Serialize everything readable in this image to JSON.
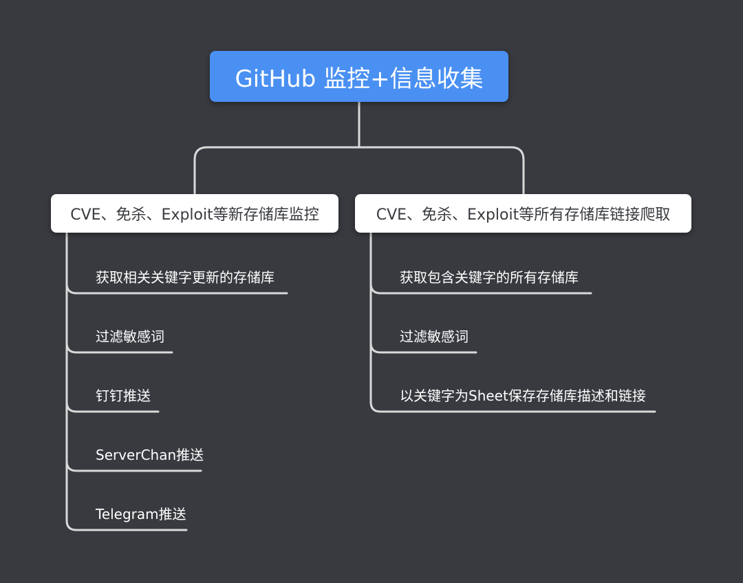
{
  "root": {
    "label": "GitHub 监控+信息收集",
    "color": "#4a90f2"
  },
  "branches": [
    {
      "label": "CVE、免杀、Exploit等新存储库监控",
      "children": [
        "获取相关关键字更新的存储库",
        "过滤敏感词",
        "钉钉推送",
        "ServerChan推送",
        "Telegram推送"
      ]
    },
    {
      "label": "CVE、免杀、Exploit等所有存储库链接爬取",
      "children": [
        "获取包含关键字的所有存储库",
        "过滤敏感词",
        "以关键字为Sheet保存存储库描述和链接"
      ]
    }
  ],
  "colors": {
    "background": "#383a3f",
    "connector": "#d9d9d9",
    "branch_fill": "#ffffff",
    "branch_text": "#383a3f",
    "leaf_text": "#ffffff"
  }
}
